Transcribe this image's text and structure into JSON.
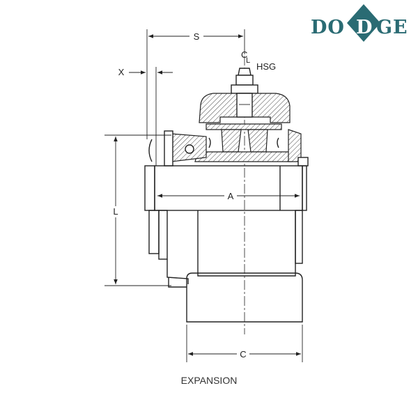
{
  "brand": {
    "name_before": "DO",
    "name_middle": "D",
    "name_after": "GE",
    "color": "#2a6b73"
  },
  "dimensions": {
    "s": "S",
    "x": "X",
    "cl": "C",
    "cl_sub": "L",
    "hsg": "HSG",
    "a": "A",
    "l": "L",
    "c": "C"
  },
  "caption": "EXPANSION"
}
